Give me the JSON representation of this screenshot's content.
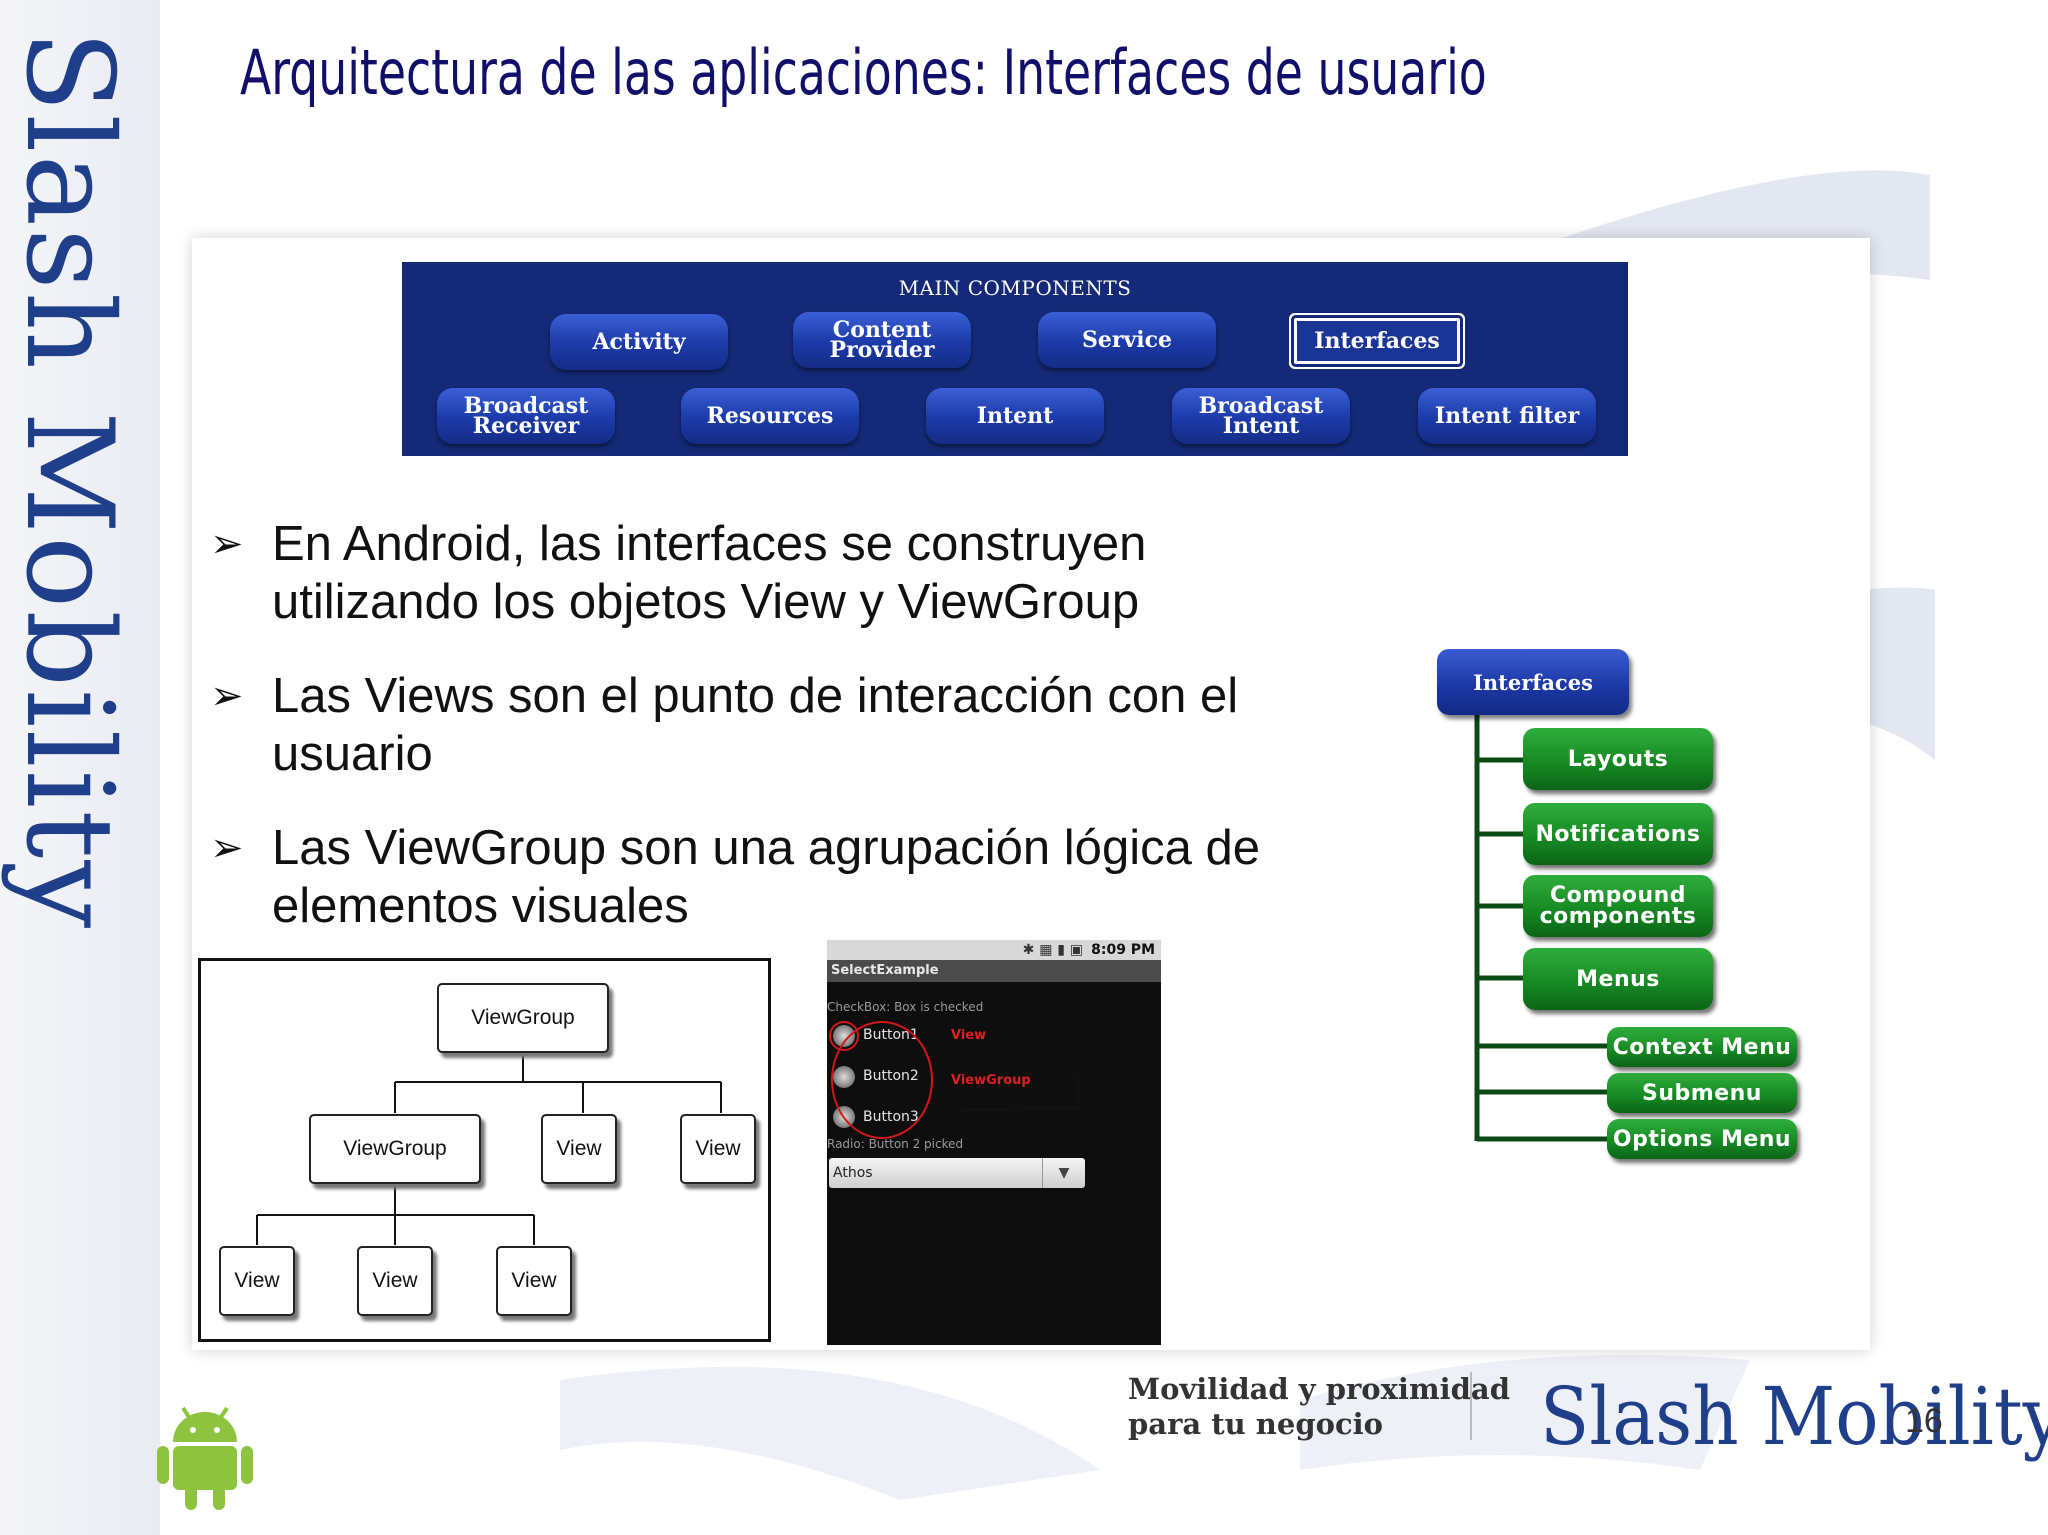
{
  "slide": {
    "title": "Arquitectura de las aplicaciones: Interfaces de usuario",
    "side_brand": "Slash Mobility",
    "page_number": "16"
  },
  "main_components": {
    "heading": "MAIN COMPONENTS",
    "row1": [
      "Activity",
      "Content Provider",
      "Service",
      "Interfaces"
    ],
    "row2": [
      "Broadcast Receiver",
      "Resources",
      "Intent",
      "Broadcast Intent",
      "Intent filter"
    ],
    "selected": "Interfaces"
  },
  "bullets": [
    "En Android, las interfaces se construyen utilizando los objetos View y ViewGroup",
    "Las Views son el punto de interacción con el usuario",
    "Las ViewGroup son una agrupación lógica de elementos visuales"
  ],
  "tree": {
    "root": "ViewGroup",
    "level1": [
      "ViewGroup",
      "View",
      "View"
    ],
    "level2": [
      "View",
      "View",
      "View"
    ]
  },
  "phone": {
    "time": "8:09 PM",
    "app_title": "SelectExample",
    "checkbox_status": "CheckBox: Box is checked",
    "buttons": [
      "Button1",
      "Button2",
      "Button3"
    ],
    "annotation_view": "View",
    "annotation_viewgroup": "ViewGroup",
    "radio_status": "Radio: Button 2 picked",
    "spinner_value": "Athos"
  },
  "interfaces_tree": {
    "root": "Interfaces",
    "children": [
      "Layouts",
      "Notifications",
      "Compound components",
      "Menus"
    ],
    "menu_children": [
      "Context Menu",
      "Submenu",
      "Options Menu"
    ]
  },
  "footer": {
    "tagline_line1": "Movilidad y proximidad",
    "tagline_line2": "para tu negocio",
    "brand": "Slash Mobility"
  },
  "colors": {
    "title": "#10106a",
    "brand_blue": "#1f3f8a",
    "components_bg": "#142a78",
    "green_button": "#178a24",
    "android_green": "#8dc33f"
  }
}
